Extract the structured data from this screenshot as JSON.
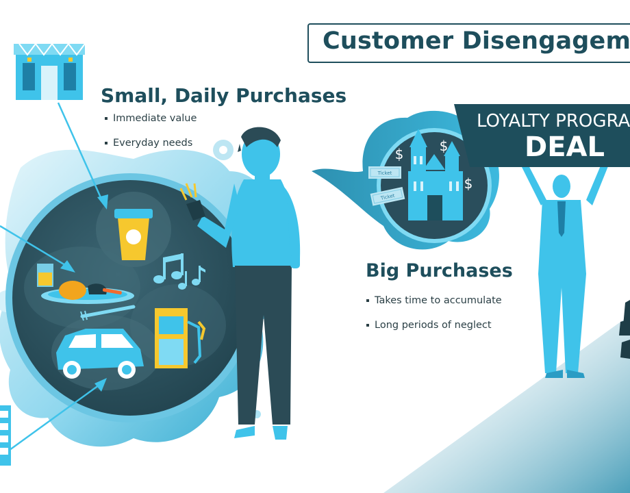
{
  "title": "Customer Disengagement",
  "small_section": {
    "heading": "Small, Daily Purchases",
    "bullets": [
      "Immediate value",
      "Everyday needs"
    ]
  },
  "big_section": {
    "heading": "Big Purchases",
    "bullets": [
      "Takes time to accumulate",
      "Long periods of neglect"
    ]
  },
  "loyalty_banner": {
    "line1": "LOYALTY PROGRAM",
    "line2": "DEAL"
  },
  "illustration_labels": {
    "ticket": "Ticket",
    "dollar": "$"
  },
  "icons": [
    "store-icon",
    "coffee-cup-icon",
    "meal-plate-icon",
    "music-notes-icon",
    "car-icon",
    "gas-pump-icon",
    "smartphone-icon",
    "castle-icon",
    "ticket-icon",
    "dollar-icon",
    "gear-icon"
  ],
  "colors": {
    "dark_teal": "#1e4e5c",
    "primary_cyan": "#3fc3ea",
    "light_cyan": "#7fdaf3",
    "circle_dark": "#2a4e5c",
    "accent_yellow": "#f6c82e",
    "accent_orange": "#f2a51d",
    "text_dark": "#2a3f45"
  }
}
